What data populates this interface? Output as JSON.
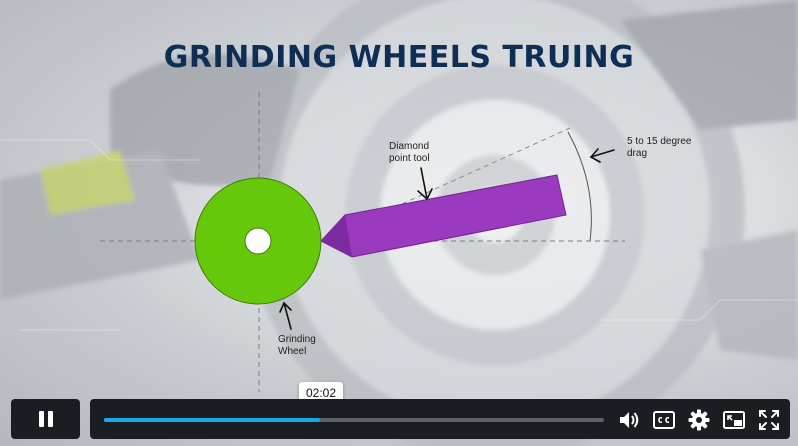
{
  "slide": {
    "title": "GRINDING WHEELS TRUING",
    "labels": {
      "diamond_line1": "Diamond",
      "diamond_line2": "point tool",
      "angle_line1": "5 to 15 degree",
      "angle_line2": "drag",
      "wheel_line1": "Grinding",
      "wheel_line2": "Wheel"
    },
    "colors": {
      "wheel": "#66c80a",
      "tool": "#9a3abf",
      "title": "#0f2e55"
    }
  },
  "player": {
    "progress_fraction": 0.432,
    "tooltip_time": "02:02",
    "colors": {
      "progress": "#19a7e6",
      "control_bg": "#1a1d22"
    },
    "icons": [
      "pause-icon",
      "volume-icon",
      "captions-icon",
      "gear-icon",
      "picture-in-picture-icon",
      "fullscreen-icon"
    ]
  }
}
